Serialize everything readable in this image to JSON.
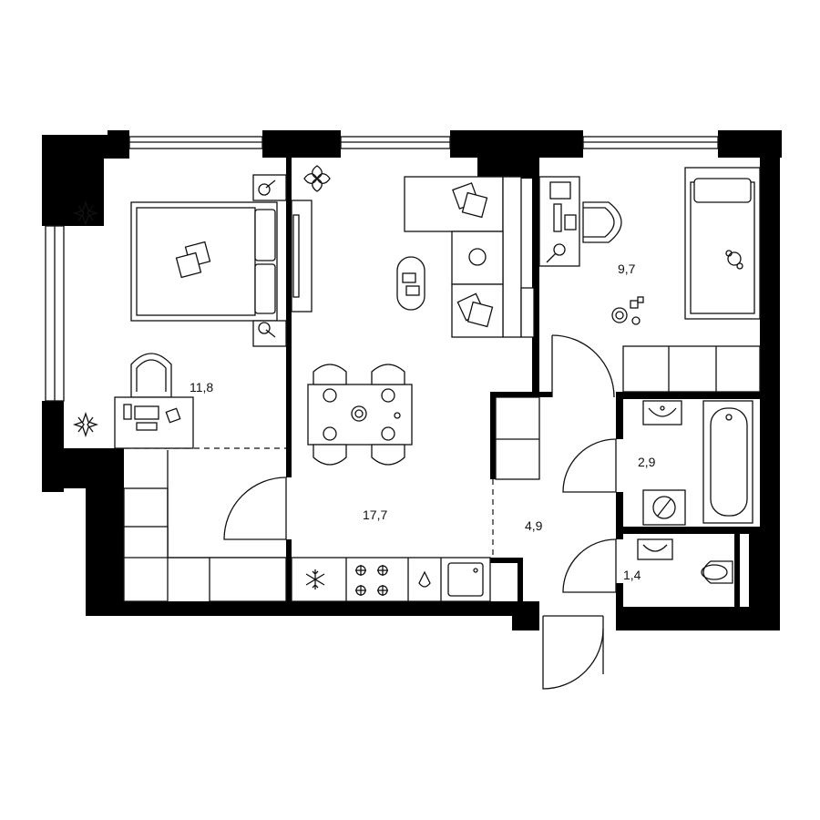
{
  "rooms": [
    {
      "id": "bedroom",
      "area": "11,8"
    },
    {
      "id": "living-kitchen",
      "area": "17,7"
    },
    {
      "id": "second-room",
      "area": "9,7"
    },
    {
      "id": "hallway",
      "area": "4,9"
    },
    {
      "id": "bathroom",
      "area": "2,9"
    },
    {
      "id": "toilet",
      "area": "1,4"
    }
  ],
  "icons": {
    "plant": "plant-icon",
    "bed": "bed-icon",
    "desk": "desk-icon",
    "chair": "chair-icon",
    "sofa": "sofa-icon",
    "table": "dining-table-icon",
    "stove": "stove-icon",
    "fridge": "freezer-icon",
    "sink": "sink-icon",
    "bathtub": "bathtub-icon",
    "toilet": "toilet-icon",
    "washer": "washing-machine-icon",
    "door": "door-swing-icon"
  },
  "colors": {
    "wall": "#000000",
    "line": "#111111",
    "background": "#ffffff"
  }
}
